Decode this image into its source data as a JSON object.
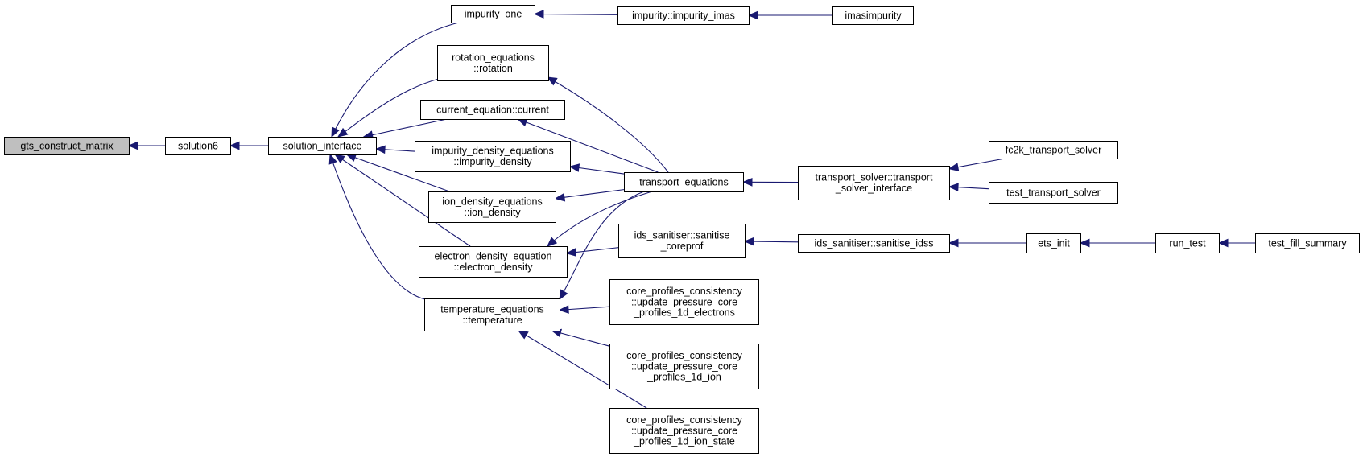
{
  "title": "",
  "nodes": [
    {
      "id": "gts",
      "lines": [
        "gts_construct_matrix"
      ],
      "highlight": true
    },
    {
      "id": "solution6",
      "lines": [
        "solution6"
      ]
    },
    {
      "id": "solution_interface",
      "lines": [
        "solution_interface"
      ]
    },
    {
      "id": "impurity_one",
      "lines": [
        "impurity_one"
      ]
    },
    {
      "id": "rotation",
      "lines": [
        "rotation_equations",
        "::rotation"
      ]
    },
    {
      "id": "current",
      "lines": [
        "current_equation::current"
      ]
    },
    {
      "id": "impurity_density",
      "lines": [
        "impurity_density_equations",
        "::impurity_density"
      ]
    },
    {
      "id": "ion_density",
      "lines": [
        "ion_density_equations",
        "::ion_density"
      ]
    },
    {
      "id": "electron_density",
      "lines": [
        "electron_density_equation",
        "::electron_density"
      ]
    },
    {
      "id": "temperature",
      "lines": [
        "temperature_equations",
        "::temperature"
      ]
    },
    {
      "id": "impurity_imas",
      "lines": [
        "impurity::impurity_imas"
      ]
    },
    {
      "id": "imasimpurity",
      "lines": [
        "imasimpurity"
      ]
    },
    {
      "id": "transport_equations",
      "lines": [
        "transport_equations"
      ]
    },
    {
      "id": "sanitise_coreprof",
      "lines": [
        "ids_sanitiser::sanitise",
        "_coreprof"
      ]
    },
    {
      "id": "cpc_electrons",
      "lines": [
        "core_profiles_consistency",
        "::update_pressure_core",
        "_profiles_1d_electrons"
      ]
    },
    {
      "id": "cpc_ion",
      "lines": [
        "core_profiles_consistency",
        "::update_pressure_core",
        "_profiles_1d_ion"
      ]
    },
    {
      "id": "cpc_ion_state",
      "lines": [
        "core_profiles_consistency",
        "::update_pressure_core",
        "_profiles_1d_ion_state"
      ]
    },
    {
      "id": "transport_solver_interface",
      "lines": [
        "transport_solver::transport",
        "_solver_interface"
      ]
    },
    {
      "id": "sanitise_idss",
      "lines": [
        "ids_sanitiser::sanitise_idss"
      ]
    },
    {
      "id": "fc2k",
      "lines": [
        "fc2k_transport_solver"
      ]
    },
    {
      "id": "test_transport_solver",
      "lines": [
        "test_transport_solver"
      ]
    },
    {
      "id": "ets_init",
      "lines": [
        "ets_init"
      ]
    },
    {
      "id": "run_test",
      "lines": [
        "run_test"
      ]
    },
    {
      "id": "test_fill_summary",
      "lines": [
        "test_fill_summary"
      ]
    }
  ],
  "edges": [
    {
      "from": "gts",
      "to": "solution6"
    },
    {
      "from": "solution6",
      "to": "solution_interface"
    },
    {
      "from": "solution_interface",
      "to": "impurity_one"
    },
    {
      "from": "solution_interface",
      "to": "rotation"
    },
    {
      "from": "solution_interface",
      "to": "current"
    },
    {
      "from": "solution_interface",
      "to": "impurity_density"
    },
    {
      "from": "solution_interface",
      "to": "ion_density"
    },
    {
      "from": "solution_interface",
      "to": "electron_density"
    },
    {
      "from": "solution_interface",
      "to": "temperature"
    },
    {
      "from": "impurity_one",
      "to": "impurity_imas"
    },
    {
      "from": "impurity_imas",
      "to": "imasimpurity"
    },
    {
      "from": "rotation",
      "to": "transport_equations"
    },
    {
      "from": "current",
      "to": "transport_equations"
    },
    {
      "from": "impurity_density",
      "to": "transport_equations"
    },
    {
      "from": "ion_density",
      "to": "transport_equations"
    },
    {
      "from": "electron_density",
      "to": "transport_equations"
    },
    {
      "from": "electron_density",
      "to": "sanitise_coreprof"
    },
    {
      "from": "temperature",
      "to": "transport_equations"
    },
    {
      "from": "temperature",
      "to": "cpc_electrons"
    },
    {
      "from": "temperature",
      "to": "cpc_ion"
    },
    {
      "from": "temperature",
      "to": "cpc_ion_state"
    },
    {
      "from": "transport_equations",
      "to": "transport_solver_interface"
    },
    {
      "from": "transport_solver_interface",
      "to": "fc2k"
    },
    {
      "from": "transport_solver_interface",
      "to": "test_transport_solver"
    },
    {
      "from": "sanitise_coreprof",
      "to": "sanitise_idss"
    },
    {
      "from": "sanitise_idss",
      "to": "ets_init"
    },
    {
      "from": "ets_init",
      "to": "run_test"
    },
    {
      "from": "run_test",
      "to": "test_fill_summary"
    }
  ]
}
